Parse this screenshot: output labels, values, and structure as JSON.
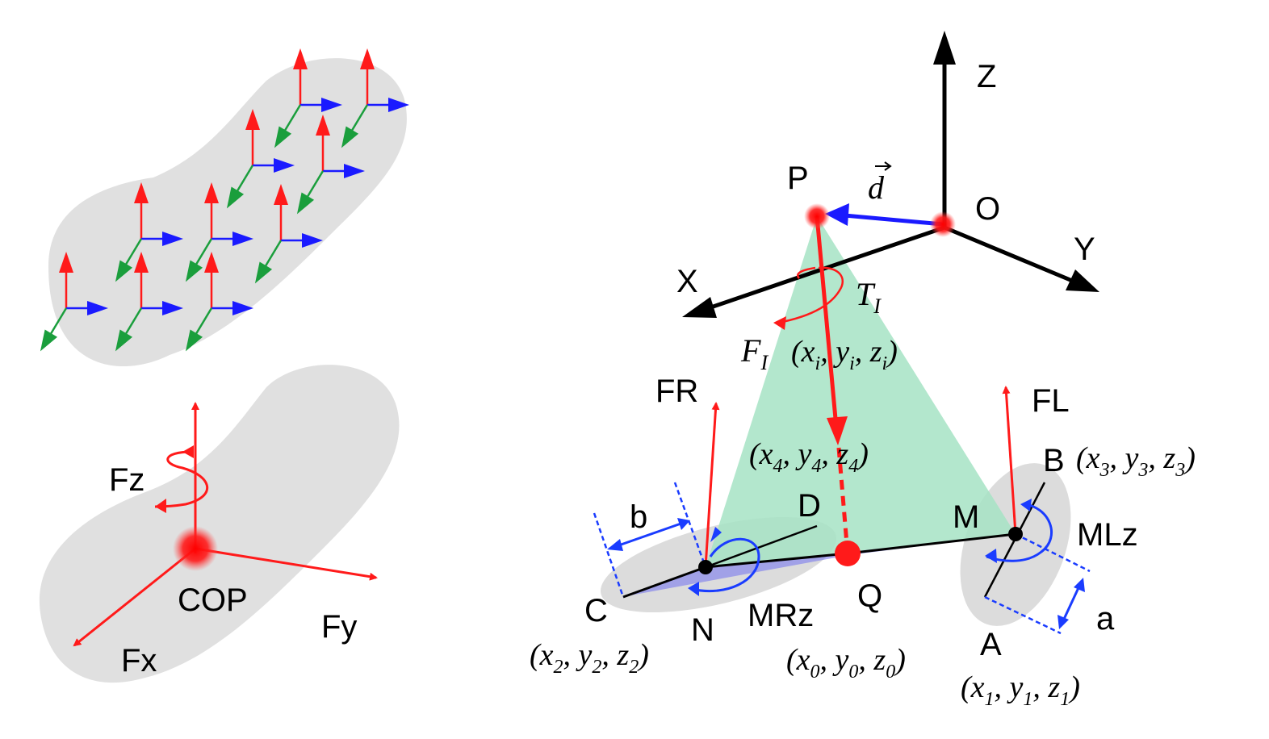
{
  "colors": {
    "fz_arrow": "#ff1a1a",
    "fx_arrow": "#1a9e3c",
    "fy_arrow": "#1a1aff",
    "foot_shadow": "#e0e0e0",
    "pyramid": "#a6e3c4",
    "base": "#7a7aee",
    "axis": "#000000",
    "force": "#ff1a1a",
    "moment": "#1a3cff"
  },
  "bottom_left": {
    "fz": "Fz",
    "cop": "COP",
    "fy": "Fy",
    "fx": "Fx"
  },
  "right": {
    "axis_z": "Z",
    "axis_x": "X",
    "axis_y": "Y",
    "origin": "O",
    "point_p": "P",
    "vec_d": "d",
    "torque": "T",
    "torque_sub": "I",
    "force": "F",
    "force_sub": "I",
    "xi": "(x",
    "xi_sub": "i",
    "yi": ", y",
    "yi_sub": "i",
    "zi": ", z",
    "zi_sub": "i",
    "close": ")",
    "fr": "FR",
    "fl": "FL",
    "p4": "(x",
    "p4_sub": "4",
    "p4y": ", y",
    "p4z": ", z",
    "point_b": "B",
    "p3": "(x",
    "p3_sub": "3",
    "p3y": ", y",
    "p3z": ", z",
    "point_d": "D",
    "point_m": "M",
    "mlz": "MLz",
    "dim_b": "b",
    "point_c": "C",
    "point_n": "N",
    "mrz": "MRz",
    "point_q": "Q",
    "point_a": "A",
    "dim_a": "a",
    "p2": "(x",
    "p2_sub": "2",
    "p2y": ", y",
    "p2z": ", z",
    "p0": "(x",
    "p0_sub": "0",
    "p0y": ", y",
    "p0z": ", z",
    "p1": "(x",
    "p1_sub": "1",
    "p1y": ", y",
    "p1z": ", z"
  }
}
